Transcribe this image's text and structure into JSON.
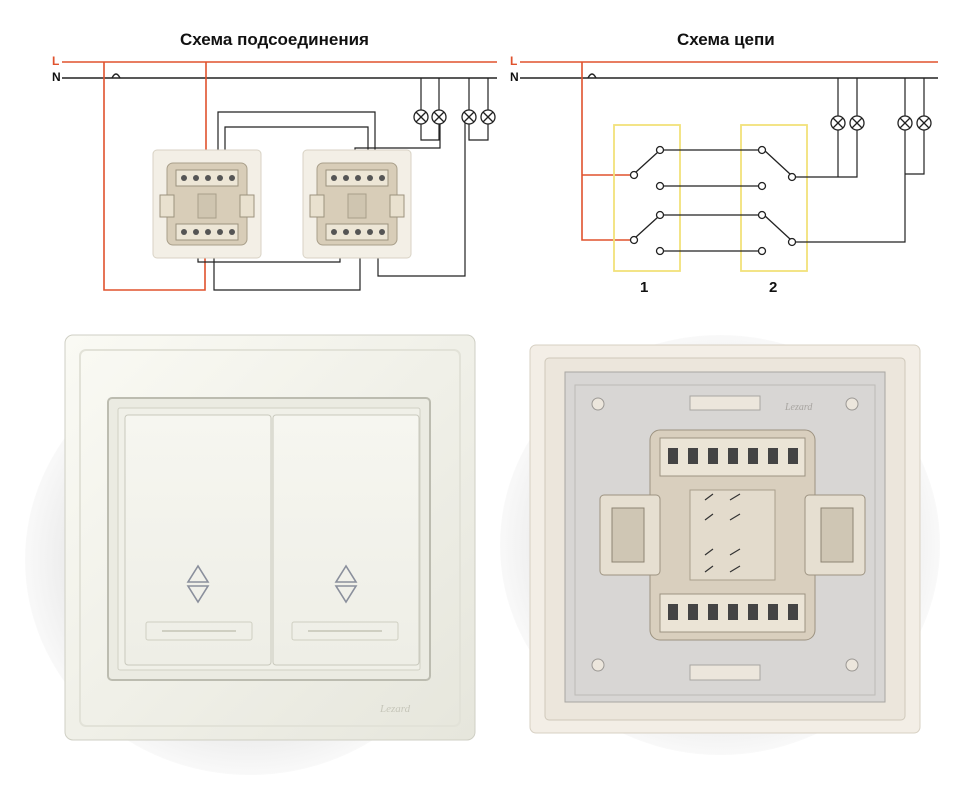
{
  "diagrams": {
    "connection": {
      "title": "Схема подсоединения"
    },
    "circuit": {
      "title": "Схема цепи",
      "switch_labels": [
        "1",
        "2"
      ]
    }
  },
  "lines": {
    "phase": "L",
    "neutral": "N"
  },
  "photos": {
    "front": {
      "brand": "Lezard"
    },
    "back": {
      "brand": "Lezard"
    }
  },
  "colors": {
    "phase": "#e0522d",
    "neutral": "#222222",
    "highlight": "#f2e27a"
  }
}
